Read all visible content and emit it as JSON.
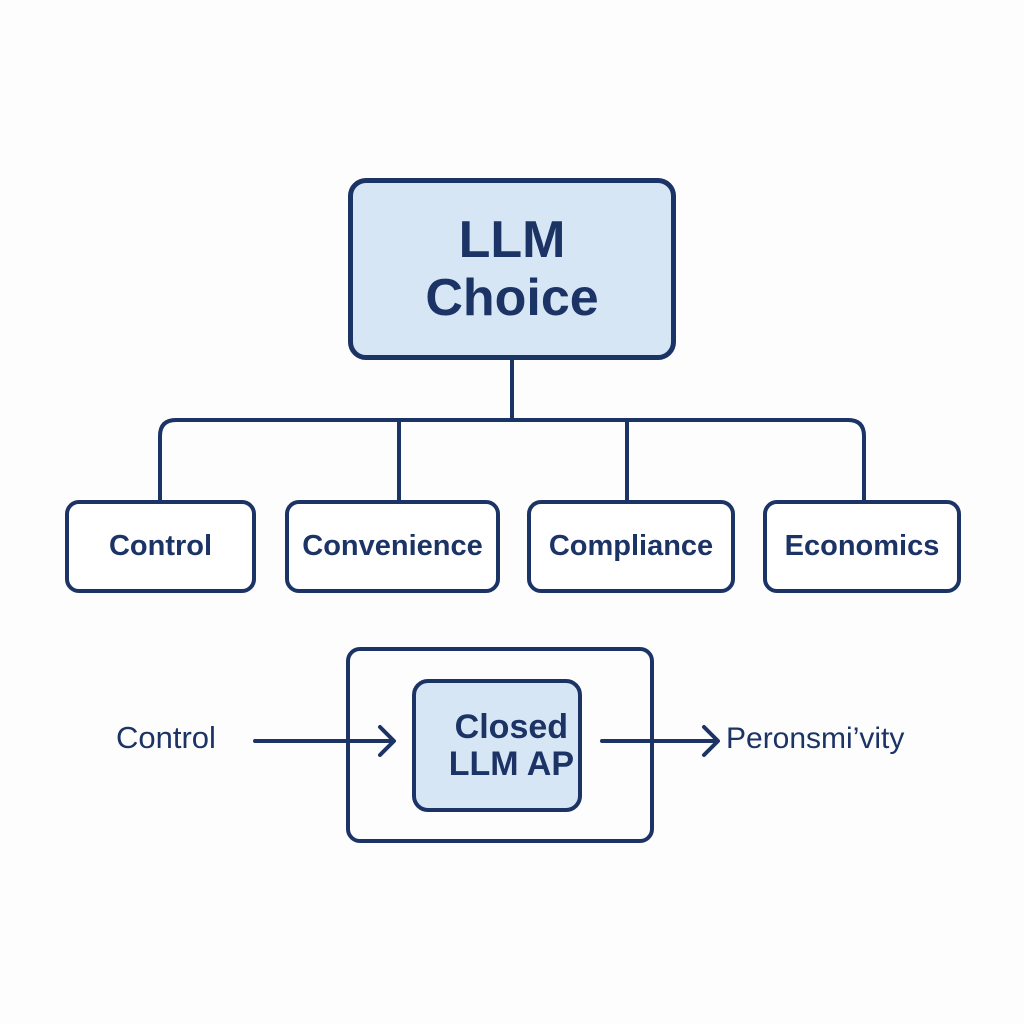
{
  "diagram": {
    "root": {
      "title": "LLM\nChoice",
      "line1": "LLM",
      "line2": "Choice"
    },
    "children": [
      {
        "label": "Control"
      },
      {
        "label": "Convenience"
      },
      {
        "label": "Compliance"
      },
      {
        "label": "Economics"
      }
    ],
    "flow": {
      "input_label": "Control",
      "center_line1": "Closed",
      "center_line2": "LLM AP",
      "output_label": "Peronsmi’vity"
    },
    "colors": {
      "stroke": "#1c3366",
      "fill_highlight": "#d7e6f4",
      "background": "#fdfdfd"
    }
  }
}
